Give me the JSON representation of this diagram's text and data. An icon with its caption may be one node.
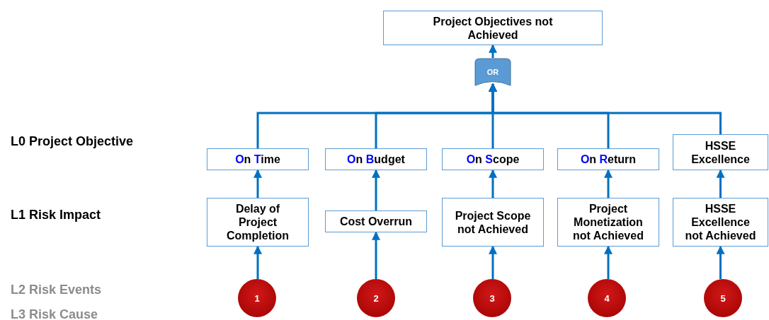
{
  "diagram": {
    "nodes": [
      {
        "text": [
          "Project Objectives not Achieved"
        ]
      },
      {
        "text": [
          "OR"
        ]
      },
      {
        "text": [
          "On Time"
        ]
      },
      {
        "text": [
          "On Budget"
        ]
      },
      {
        "text": [
          "On Scope"
        ]
      },
      {
        "text": [
          "On Return"
        ]
      },
      {
        "text": [
          "HSSE Excellence"
        ]
      },
      {
        "text": [
          "Delay of Project Completion"
        ]
      },
      {
        "text": [
          "Cost Overrun"
        ]
      },
      {
        "text": [
          "Project Scope not Achieved"
        ]
      },
      {
        "text": [
          "Project Monetization not Achieved"
        ]
      },
      {
        "text": [
          "HSSE Excellence not Achieved"
        ]
      },
      {
        "text": [
          "1"
        ]
      },
      {
        "text": [
          "2"
        ]
      },
      {
        "text": [
          "3"
        ]
      },
      {
        "text": [
          "4"
        ]
      },
      {
        "text": [
          "5"
        ]
      }
    ],
    "edges": [
      {
        "from": 1,
        "to": 0,
        "arrow": "to"
      },
      {
        "from": 2,
        "to": 1,
        "arrow": "to"
      },
      {
        "from": 3,
        "to": 1,
        "arrow": "to"
      },
      {
        "from": 4,
        "to": 1,
        "arrow": "to"
      },
      {
        "from": 5,
        "to": 1,
        "arrow": "to"
      },
      {
        "from": 6,
        "to": 1,
        "arrow": "to"
      },
      {
        "from": 7,
        "to": 2,
        "arrow": "to"
      },
      {
        "from": 8,
        "to": 3,
        "arrow": "to"
      },
      {
        "from": 9,
        "to": 4,
        "arrow": "to"
      },
      {
        "from": 10,
        "to": 5,
        "arrow": "to"
      },
      {
        "from": 11,
        "to": 6,
        "arrow": "to"
      },
      {
        "from": 12,
        "to": 7,
        "arrow": "to"
      },
      {
        "from": 13,
        "to": 8,
        "arrow": "to"
      },
      {
        "from": 14,
        "to": 9,
        "arrow": "to"
      },
      {
        "from": 15,
        "to": 10,
        "arrow": "to"
      },
      {
        "from": 16,
        "to": 11,
        "arrow": "to"
      }
    ],
    "labels": [
      "L0 Project Objective",
      "L1 Risk Impact",
      "L2 Risk Events",
      "L3 Risk Cause"
    ]
  }
}
